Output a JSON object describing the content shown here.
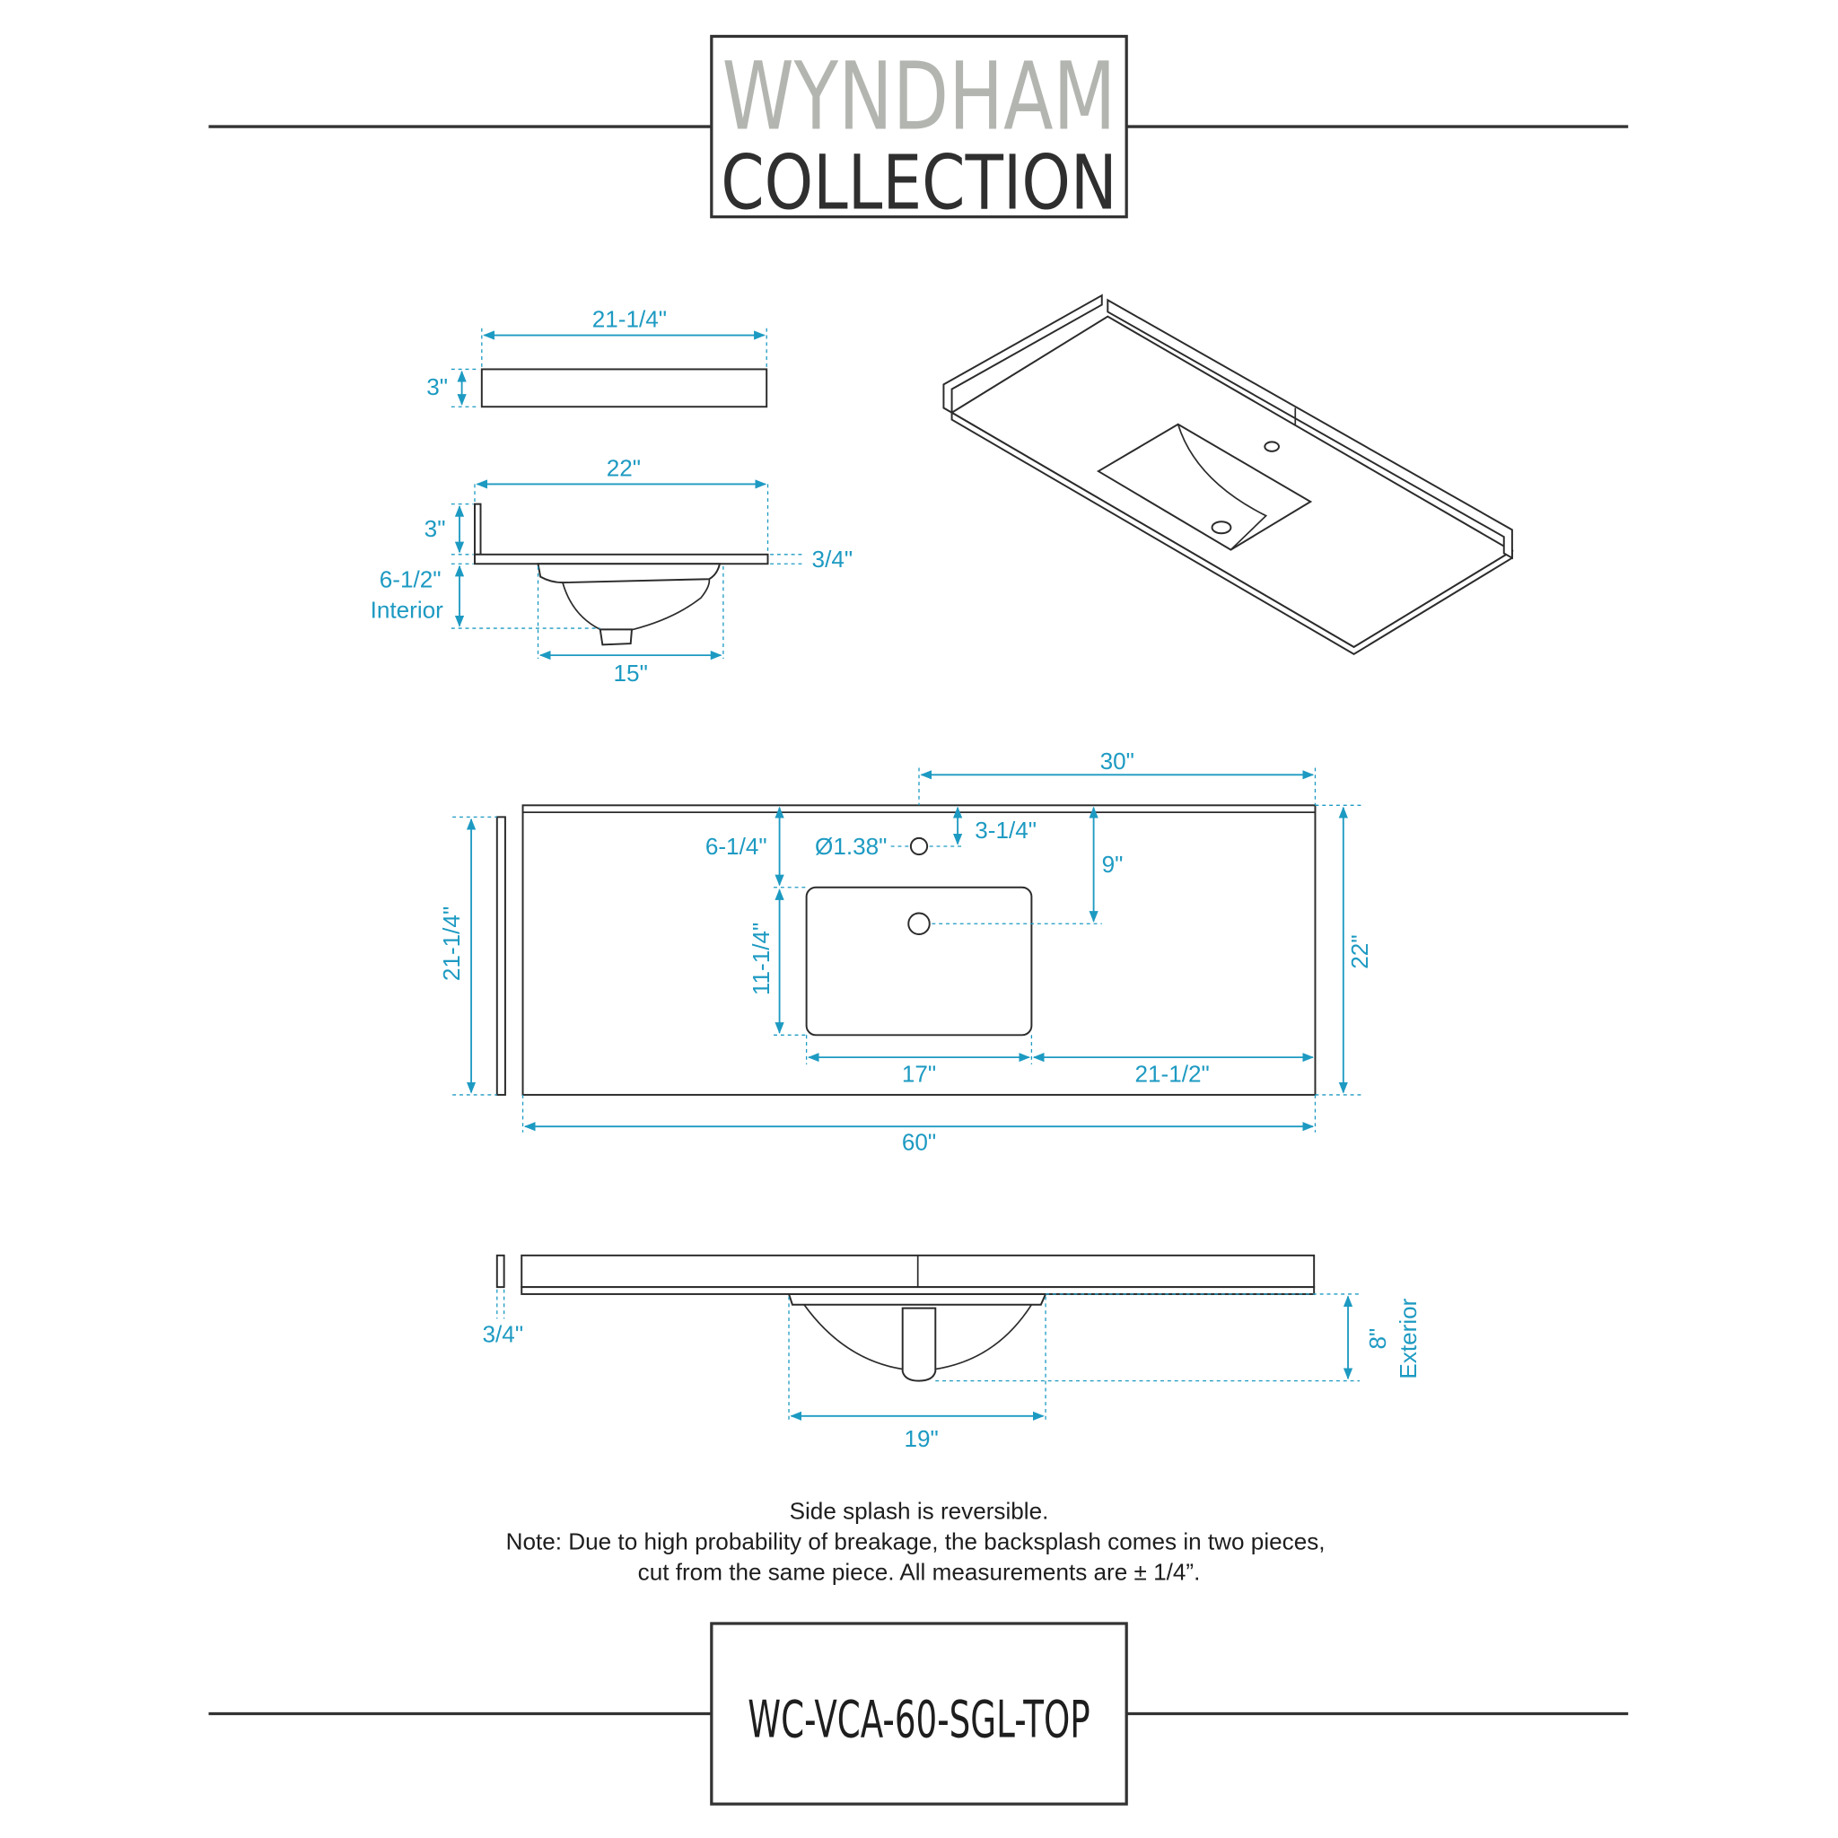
{
  "logo": {
    "line1": "WYNDHAM",
    "line2": "COLLECTION"
  },
  "colors": {
    "dimension": "#1d9ac2",
    "outline": "#2b2b2b",
    "logo_gray": "#b3b6b0",
    "logo_dark": "#2f2f2f"
  },
  "side_splash_view": {
    "width": "21-1/4\"",
    "height": "3\""
  },
  "side_section_view": {
    "width": "22\"",
    "splash_height": "3\"",
    "thickness": "3/4\"",
    "interior_depth": "6-1/2\"",
    "interior_label": "Interior",
    "sink_width": "15\""
  },
  "plan_view": {
    "faucet_offset": "30\"",
    "faucet_from_back": "3-1/4\"",
    "sink_from_back": "6-1/4\"",
    "faucet_hole": "Ø1.38\"",
    "drain_from_back": "9\"",
    "sink_depth": "11-1/4\"",
    "side_splash_length": "21-1/4\"",
    "depth": "22\"",
    "sink_width": "17\"",
    "sink_to_right": "21-1/2\"",
    "width": "60\""
  },
  "front_view": {
    "side_splash_thickness": "3/4\"",
    "exterior_depth": "8\"",
    "exterior_label": "Exterior",
    "sink_width": "19\""
  },
  "notes": [
    "Side splash is reversible.",
    "Note: Due to high probability of breakage, the backsplash comes in two pieces,",
    "cut from the same piece. All measurements are ± 1/4”."
  ],
  "model_number": "WC-VCA-60-SGL-TOP"
}
